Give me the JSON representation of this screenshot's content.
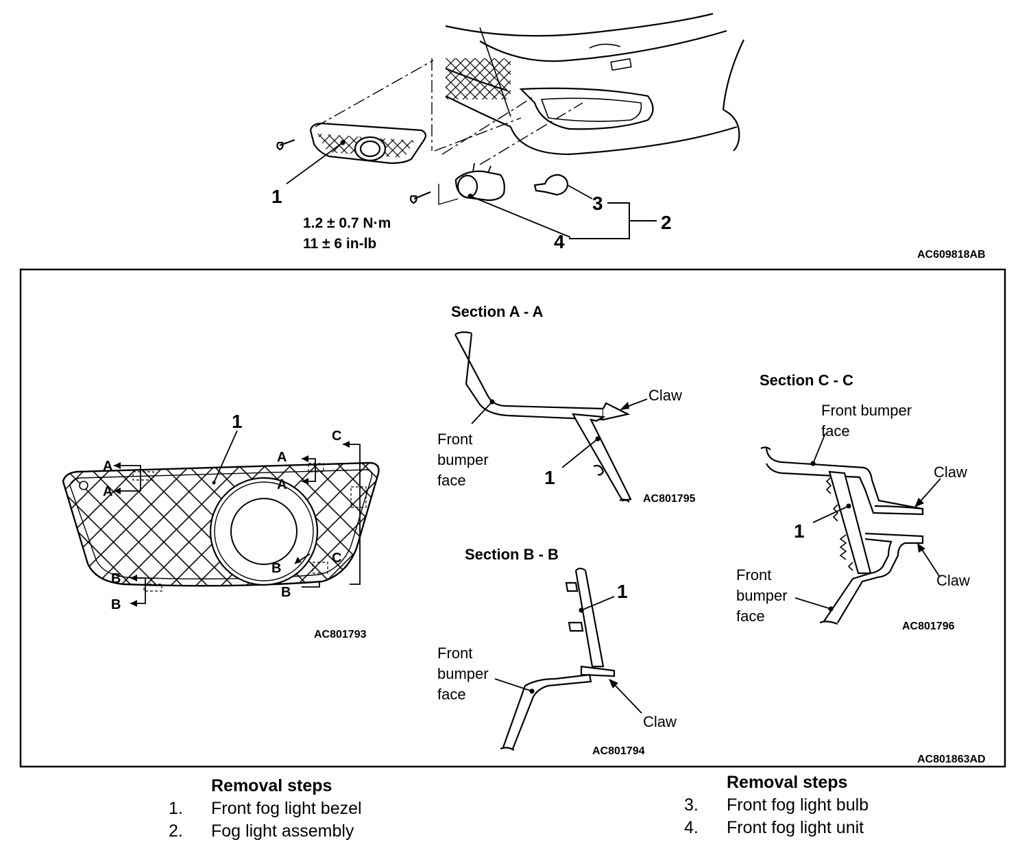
{
  "top_diagram": {
    "callouts": {
      "c1": "1",
      "c2": "2",
      "c3": "3",
      "c4": "4"
    },
    "torque_line1": "1.2 ± 0.7 N·m",
    "torque_line2": "11 ± 6 in-lb",
    "fig_id": "AC609818AB"
  },
  "bezel_view": {
    "callout": "1",
    "A": "A",
    "B": "B",
    "C": "C",
    "fig_id": "AC801793"
  },
  "section_a": {
    "title": "Section A - A",
    "claw": "Claw",
    "face1": "Front",
    "face2": "bumper",
    "face3": "face",
    "callout": "1",
    "fig_id": "AC801795"
  },
  "section_b": {
    "title": "Section B - B",
    "claw": "Claw",
    "face1": "Front",
    "face2": "bumper",
    "face3": "face",
    "callout": "1",
    "fig_id": "AC801794"
  },
  "section_c": {
    "title": "Section C - C",
    "face_top1": "Front bumper",
    "face_top2": "face",
    "claw_top": "Claw",
    "claw_bottom": "Claw",
    "face1": "Front",
    "face2": "bumper",
    "face3": "face",
    "callout": "1",
    "fig_id": "AC801796"
  },
  "frame_fig_id": "AC801863AD",
  "removal_left": {
    "header": "Removal steps",
    "steps": [
      {
        "num": "1.",
        "label": "Front fog light bezel"
      },
      {
        "num": "2.",
        "label": "Fog light assembly"
      }
    ]
  },
  "removal_right": {
    "header": "Removal steps",
    "steps": [
      {
        "num": "3.",
        "label": "Front fog light bulb"
      },
      {
        "num": "4.",
        "label": "Front fog light unit"
      }
    ]
  }
}
